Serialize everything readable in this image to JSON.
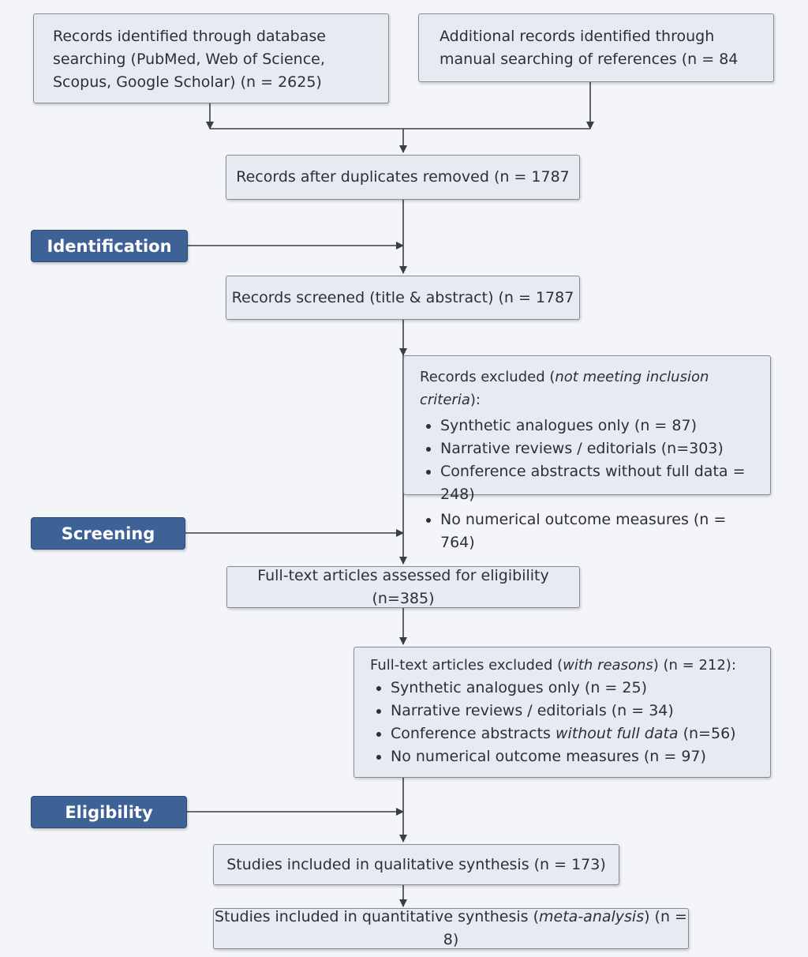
{
  "boxes": {
    "database_search": "Records identified through database searching (PubMed, Web of Science, Scopus, Google Scholar) (n = 2625)",
    "manual_search": "Additional records identified through manual searching of references (n = 84",
    "duplicates_removed": "Records after duplicates removed (n = 1787",
    "screened": "Records screened (title & abstract) (n = 1787",
    "records_excluded": {
      "heading_prefix": "Records excluded (",
      "heading_italic": "not meeting inclusion criteria",
      "heading_suffix": "):",
      "items": [
        "Synthetic analogues only (n = 87)",
        "Narrative reviews / editorials (n=303)",
        "Conference abstracts without full data = 248)",
        "No numerical outcome measures (n = 764)"
      ]
    },
    "full_text_assessed": "Full-text articles assessed for eligibility (n=385)",
    "full_text_excluded": {
      "heading_prefix": "Full-text articles excluded (",
      "heading_italic": "with reasons",
      "heading_suffix": ") (n = 212):",
      "items": [
        "Synthetic analogues only (n = 25)",
        "Narrative reviews / editorials (n = 34)",
        "No numerical outcome measures (n = 97)"
      ],
      "item_conference_prefix": "Conference abstracts ",
      "item_conference_italic": "without full data",
      "item_conference_suffix": " (n=56)"
    },
    "qualitative": "Studies included in qualitative synthesis (n = 173)",
    "quantitative_prefix": "Studies included in quantitative synthesis (",
    "quantitative_italic": "meta-analysis",
    "quantitative_suffix": ") (n = 8)"
  },
  "stages": {
    "identification": "Identification",
    "screening": "Screening",
    "eligibility": "Eligibility"
  },
  "colors": {
    "stage_fill": "#3e6296",
    "box_fill": "#e7ebf1",
    "line": "#3a3f46"
  }
}
